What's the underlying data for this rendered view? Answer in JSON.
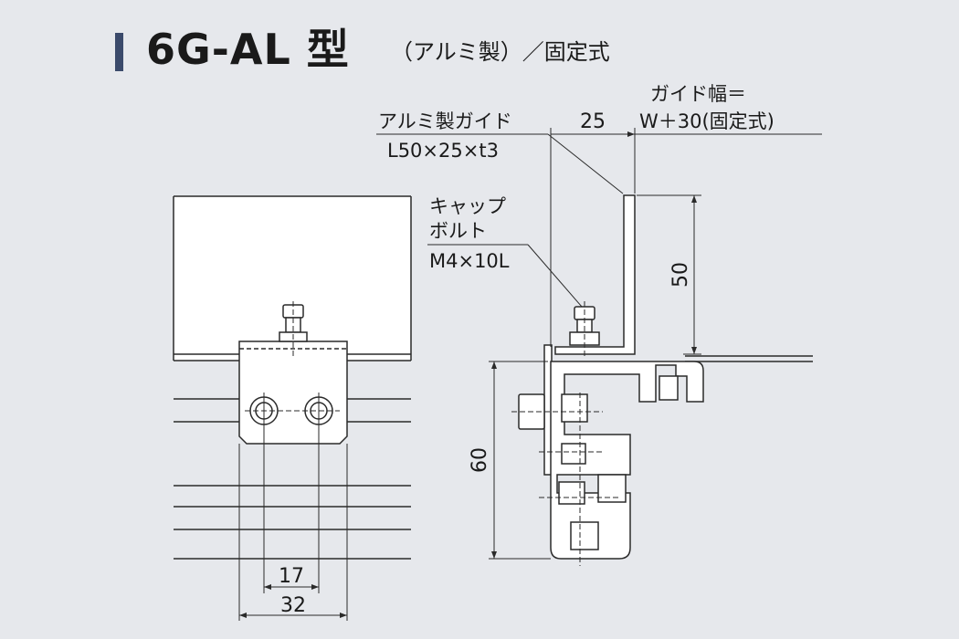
{
  "heading": {
    "title": "6G-AL 型",
    "subtitle": "（アルミ製）／固定式",
    "accent_color": "#3b4a6b"
  },
  "labels": {
    "guide_name": "アルミ製ガイド",
    "guide_size": "L50×25×t3",
    "bolt_line1": "キャップ",
    "bolt_line2": "ボルト",
    "bolt_size": "M4×10L",
    "guide_width_line1": "ガイド幅＝",
    "guide_width_line2": "W＋30(固定式)"
  },
  "dimensions": {
    "top_width": "25",
    "guide_height": "50",
    "frame_height": "60",
    "bolt_pitch": "17",
    "bracket_width": "32"
  }
}
